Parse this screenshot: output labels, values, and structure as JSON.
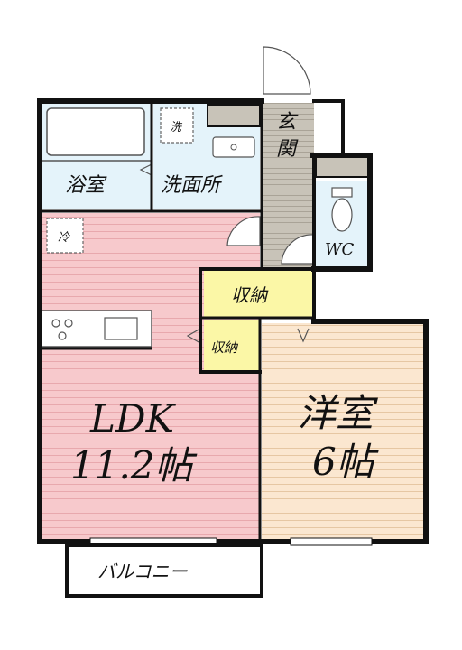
{
  "rooms": {
    "bath": "浴室",
    "washroom": "洗面所",
    "washer_mark": "洗",
    "fridge_mark": "冷",
    "entrance_line1": "玄",
    "entrance_line2": "関",
    "wc": "WC",
    "storage_large": "収納",
    "storage_small": "収納",
    "ldk_name": "LDK",
    "ldk_size": "11.2帖",
    "western_name": "洋室",
    "western_size": "6帖",
    "balcony": "バルコニー"
  },
  "colors": {
    "ldk": "#f7c9cc",
    "western": "#fbe7d0",
    "wet_area": "#e4f3fa",
    "entrance": "#c8c3b8",
    "storage": "#fbf7a6",
    "wall": "#111111"
  }
}
